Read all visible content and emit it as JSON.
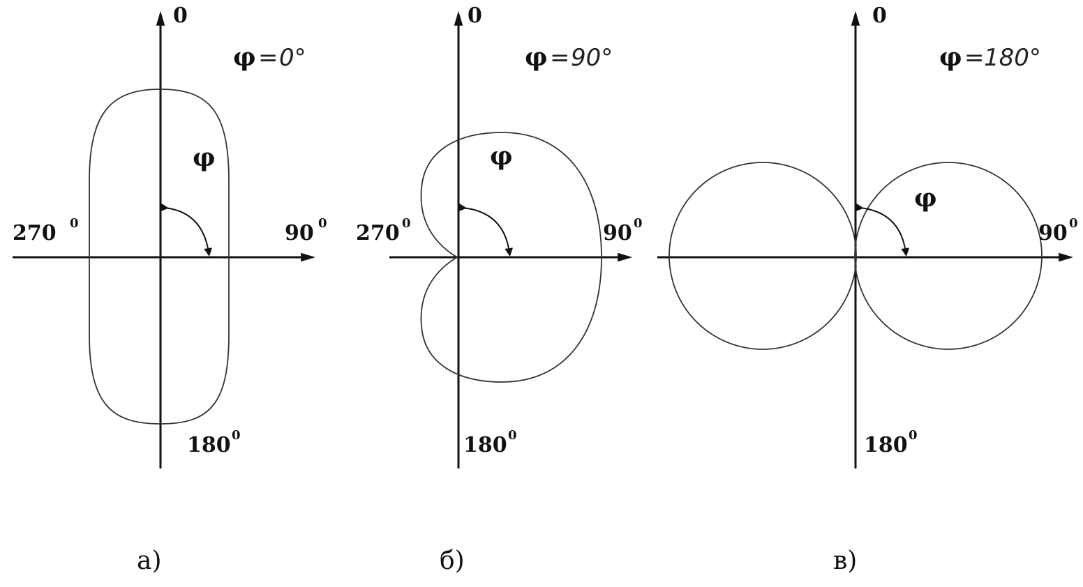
{
  "panels": [
    {
      "axis_top": "0",
      "axis_right": "90",
      "axis_left": "270",
      "axis_bottom": "180",
      "degree_mark": "0",
      "phi_symbol": "φ",
      "title_symbol": "φ",
      "title_eq": "=",
      "title_value": "0°",
      "caption": "а)"
    },
    {
      "axis_top": "0",
      "axis_right": "90",
      "axis_left": "270",
      "axis_bottom": "180",
      "degree_mark": "0",
      "phi_symbol": "φ",
      "title_symbol": "φ",
      "title_eq": "=",
      "title_value": "90°",
      "caption": "б)"
    },
    {
      "axis_top": "0",
      "axis_right": "90",
      "axis_left": "",
      "axis_bottom": "180",
      "degree_mark": "0",
      "phi_symbol": "φ",
      "title_symbol": "φ",
      "title_eq": "=",
      "title_value": "180°",
      "caption": "в)"
    }
  ]
}
